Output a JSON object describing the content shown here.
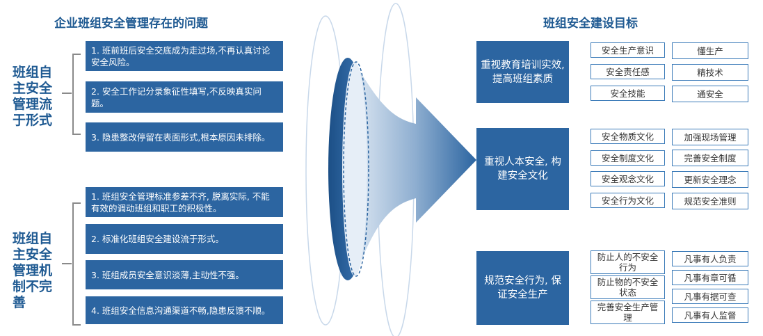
{
  "left_title": "企业班组安全管理存在的问题",
  "right_title": "班组安全建设目标",
  "groups": [
    {
      "label": "班组自主安全管理流于形式",
      "items": [
        "1. 班前班后安全交底成为走过场,不再认真讨论安全风险。",
        "2. 安全工作记分录象征性填写,不反映真实问题。",
        "3. 隐患整改停留在表面形式,根本原因未排除。"
      ]
    },
    {
      "label": "班组自主安全管理机制不完善",
      "items": [
        "1. 班组安全管理标准参差不齐, 脱离实际, 不能有效的调动班组和职工的积极性。",
        "2. 标准化班组安全建设流于形式。",
        "3. 班组成员安全意识淡薄,主动性不强。",
        "4. 班组安全信息沟通渠道不畅,隐患反馈不顺。"
      ]
    }
  ],
  "goals": [
    {
      "title": "重视教育培训实效, 提高班组素质",
      "left_tags": [
        "安全生产意识",
        "安全责任感",
        "安全技能"
      ],
      "right_tags": [
        "懂生产",
        "精技术",
        "通安全"
      ]
    },
    {
      "title": "重视人本安全, 构建安全文化",
      "left_tags": [
        "安全物质文化",
        "安全制度文化",
        "安全观念文化",
        "安全行为文化"
      ],
      "right_tags": [
        "加强现场管理",
        "完善安全制度",
        "更新安全理念",
        "规范安全准则"
      ]
    },
    {
      "title": "规范安全行为, 保证安全生产",
      "left_tags": [
        "防止人的不安全行为",
        "防止物的不安全状态",
        "完善安全生产管理"
      ],
      "right_tags": [
        "凡事有人负责",
        "凡事有章可循",
        "凡事有据可查",
        "凡事有人监督"
      ]
    }
  ],
  "colors": {
    "primary": "#2c65a1",
    "title": "#1f5a92",
    "tag_border": "#3a7ab8"
  }
}
